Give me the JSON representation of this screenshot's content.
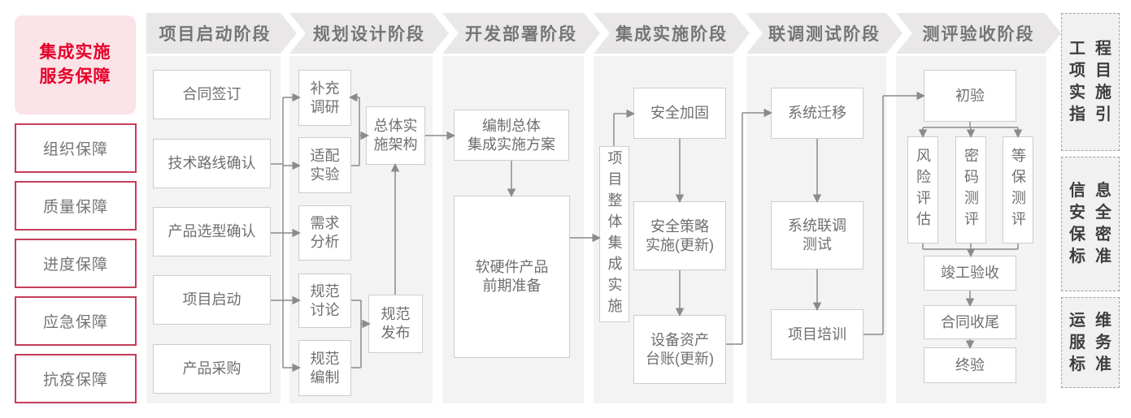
{
  "title_panel": {
    "title": "集成实施\n服务保障"
  },
  "sidebar": {
    "items": [
      "组织保障",
      "质量保障",
      "进度保障",
      "应急保障",
      "抗疫保障"
    ]
  },
  "phases": [
    {
      "title": "项目启动阶段",
      "boxes": [
        "合同签订",
        "技术路线确认",
        "产品选型确认",
        "项目启动",
        "产品采购"
      ]
    },
    {
      "title": "规划设计阶段",
      "boxes": [
        "补充\n调研",
        "适配\n实验",
        "需求\n分析",
        "规范\n讨论",
        "规范\n编制",
        "总体实\n施架构",
        "规范\n发布"
      ]
    },
    {
      "title": "开发部署阶段",
      "boxes": [
        "编制总体\n集成实施方案",
        "软硬件产品\n前期准备"
      ]
    },
    {
      "title": "集成实施阶段",
      "boxes": [
        "项目整体集成实施",
        "安全加固",
        "安全策略\n实施(更新)",
        "设备资产\n台账(更新)"
      ]
    },
    {
      "title": "联调测试阶段",
      "boxes": [
        "系统迁移",
        "系统联调\n测试",
        "项目培训"
      ]
    },
    {
      "title": "测评验收阶段",
      "boxes": [
        "初验",
        "风险评估",
        "密码测评",
        "等保测评",
        "竣工验收",
        "合同收尾",
        "终验"
      ]
    }
  ],
  "reference_panels": [
    {
      "lines": [
        "工程",
        "项目",
        "实施",
        "指引"
      ]
    },
    {
      "lines": [
        "信息",
        "安全",
        "保密",
        "标准"
      ]
    },
    {
      "lines": [
        "运维",
        "服务",
        "标准"
      ]
    }
  ],
  "colors": {
    "accent_red": "#e60029",
    "pink_bg": "#fbe3e7",
    "red_border": "#c43e57",
    "band_gray": "#e9e7e7",
    "column_bg": "#f4f3f3",
    "box_border": "#cdcdcd",
    "line_gray": "#8b8b8b",
    "text_gray": "#6f6f6f",
    "dark_text": "#3e3e3e"
  }
}
